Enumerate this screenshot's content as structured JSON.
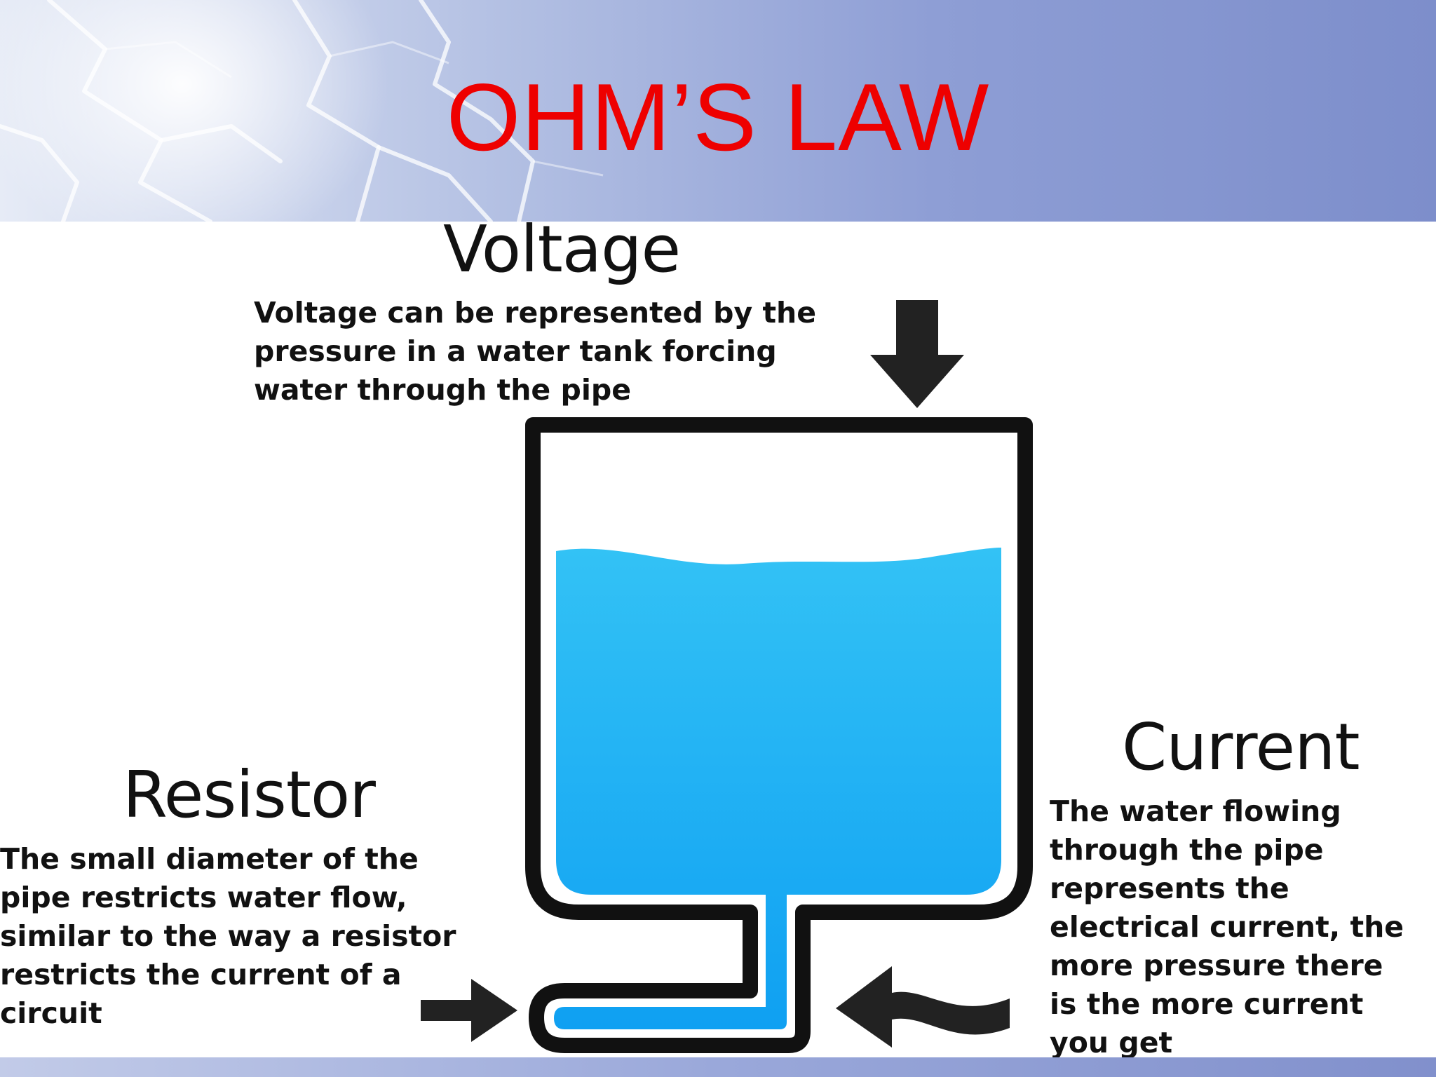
{
  "slide": {
    "title": "OHM’S LAW"
  },
  "diagram": {
    "voltage": {
      "heading": "Voltage",
      "description": "Voltage can be represented by the\npressure in a water tank forcing\nwater through the pipe"
    },
    "resistor": {
      "heading": "Resistor",
      "description": "The small diameter of the\npipe restricts water flow,\nsimilar to the way a resistor\nrestricts the current of a\ncircuit"
    },
    "current": {
      "heading": "Current",
      "description": "The water flowing\nthrough the pipe\nrepresents the\nelectrical current, the\nmore pressure there\nis the more current\nyou get"
    },
    "icons": [
      "down-arrow-icon",
      "right-arrow-icon",
      "wavy-left-arrow-icon"
    ],
    "colors": {
      "title": "#ee0000",
      "water": "#1aa6f2",
      "outline": "#111111"
    }
  }
}
